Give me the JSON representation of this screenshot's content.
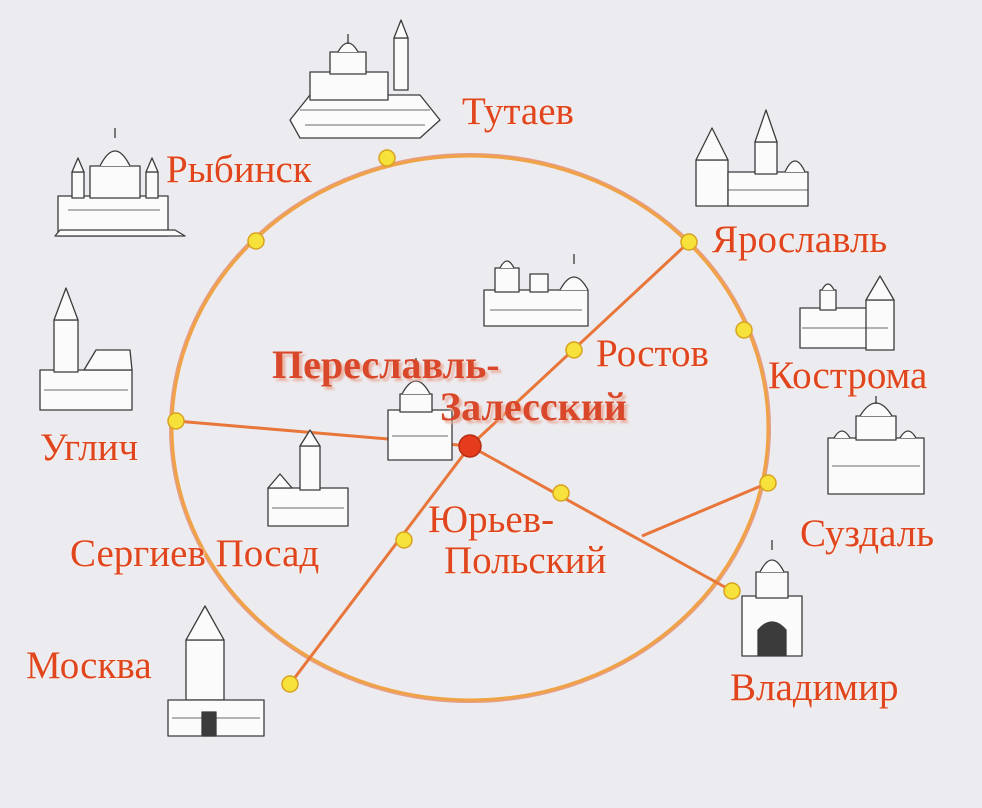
{
  "colors": {
    "background": "#ecebef",
    "ring": "#f0a246",
    "ring_shadow": "#e25d2c",
    "city_dot": "#f7e23c",
    "city_dot_stroke": "#d8a21f",
    "center_dot": "#e43c1c",
    "label": "#e0451d",
    "sketch": "#3b3b3b"
  },
  "center": {
    "name_line1": "Переславль-",
    "name_line2": "Залесский",
    "icon": "church-sketch"
  },
  "cities": [
    {
      "id": "tutaev",
      "name": "Тутаев",
      "icon": "cathedral-sketch"
    },
    {
      "id": "rybinsk",
      "name": "Рыбинск",
      "icon": "cathedral-sketch"
    },
    {
      "id": "yaroslavl",
      "name": "Ярославль",
      "icon": "kremlin-sketch"
    },
    {
      "id": "rostov",
      "name": "Ростов",
      "icon": "kremlin-sketch"
    },
    {
      "id": "kostroma",
      "name": "Кострома",
      "icon": "monastery-sketch"
    },
    {
      "id": "uglich",
      "name": "Углич",
      "icon": "church-sketch"
    },
    {
      "id": "suzdal",
      "name": "Суздаль",
      "icon": "cathedral-sketch"
    },
    {
      "id": "sergiev",
      "name": "Сергиев Посад",
      "icon": "tower-sketch"
    },
    {
      "id": "yuryev",
      "name_line1": "Юрьев-",
      "name_line2": "Польский",
      "icon": "none"
    },
    {
      "id": "moskva",
      "name": "Москва",
      "icon": "tower-sketch"
    },
    {
      "id": "vladimir",
      "name": "Владимир",
      "icon": "golden-gate-sketch"
    }
  ]
}
